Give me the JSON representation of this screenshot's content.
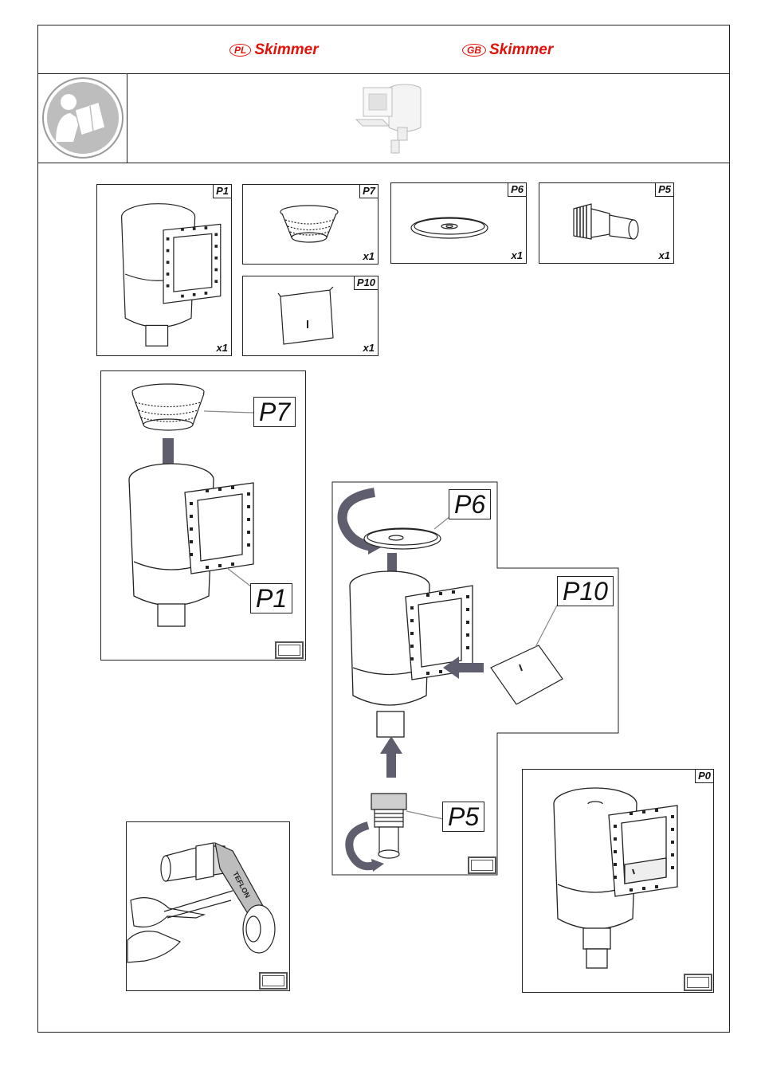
{
  "header": {
    "brands": [
      {
        "code": "PL",
        "title": "Skimmer"
      },
      {
        "code": "GB",
        "title": "Skimmer"
      }
    ]
  },
  "icons": {
    "manual": "read-manual-icon",
    "product": "skimmer-product-icon"
  },
  "parts": [
    {
      "id": "P1",
      "qty": "x1"
    },
    {
      "id": "P7",
      "qty": "x1"
    },
    {
      "id": "P6",
      "qty": "x1"
    },
    {
      "id": "P5",
      "qty": "x1"
    },
    {
      "id": "P10",
      "qty": "x1"
    }
  ],
  "steps": {
    "step1": {
      "callouts": [
        "P7",
        "P1"
      ]
    },
    "step2": {
      "callouts": [
        "P6",
        "P10",
        "P5"
      ]
    },
    "step3": {
      "tape_text": "TEFLON"
    },
    "final": {
      "tag": "P0"
    }
  },
  "colors": {
    "brand": "#e3120b",
    "arrow": "#5e5e6e",
    "frame": "#222222"
  }
}
